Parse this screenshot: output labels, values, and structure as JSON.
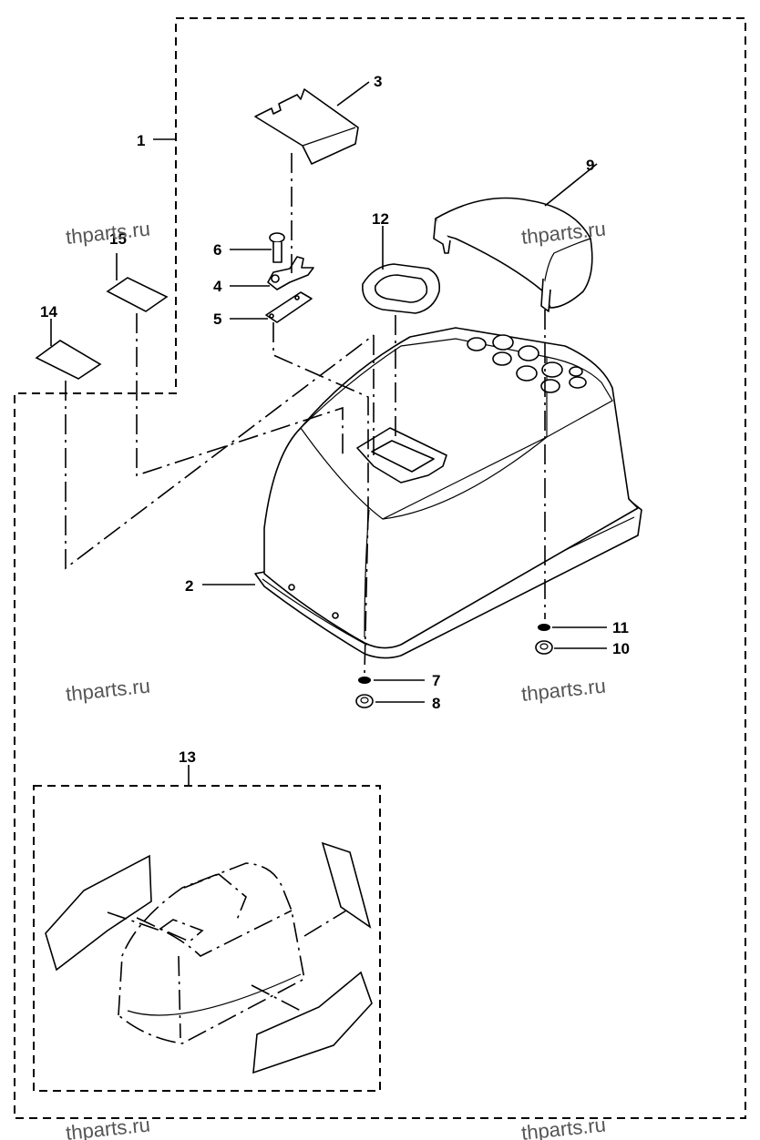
{
  "watermark": "thparts.ru",
  "callouts": {
    "c1": "1",
    "c2": "2",
    "c3": "3",
    "c4": "4",
    "c5": "5",
    "c6": "6",
    "c7": "7",
    "c8": "8",
    "c9": "9",
    "c10": "10",
    "c11": "11",
    "c12": "12",
    "c13": "13",
    "c14": "14",
    "c15": "15"
  }
}
